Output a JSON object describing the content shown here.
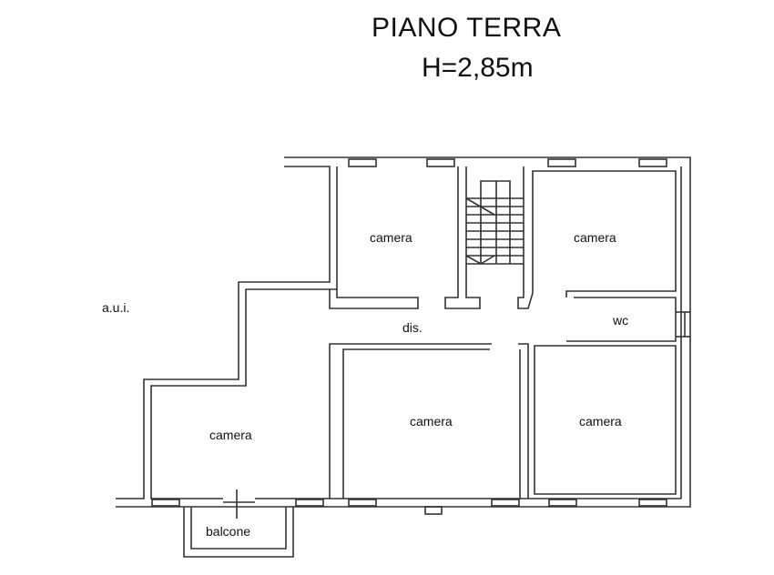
{
  "title": "PIANO TERRA",
  "height": "H=2,85m",
  "rooms": {
    "camera_top_left": "camera",
    "camera_top_right": "camera",
    "wc": "wc",
    "dis": "dis.",
    "camera_left": "camera",
    "camera_center": "camera",
    "camera_bottom_right": "camera",
    "balcone": "balcone",
    "aui": "a.u.i."
  }
}
